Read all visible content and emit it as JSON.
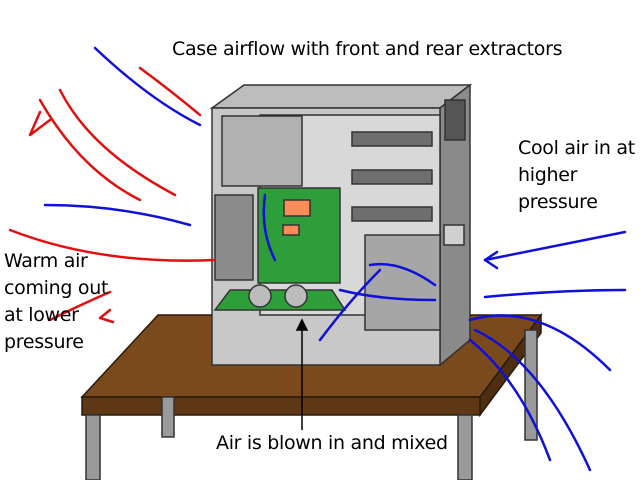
{
  "title": "Case airflow with front and rear extractors",
  "left_label": [
    "Warm air",
    "coming out",
    "at lower",
    "pressure"
  ],
  "right_label": [
    "Cool air in at",
    "higher",
    "pressure"
  ],
  "bottom_label": "Air is blown in and mixed",
  "colors": {
    "warm_air": "#e01010",
    "cool_air": "#1010d8",
    "case": "#c8c8c8",
    "case_dark": "#8a8a8a",
    "table_top": "#7a4a1c",
    "motherboard": "#2e9e3a"
  }
}
